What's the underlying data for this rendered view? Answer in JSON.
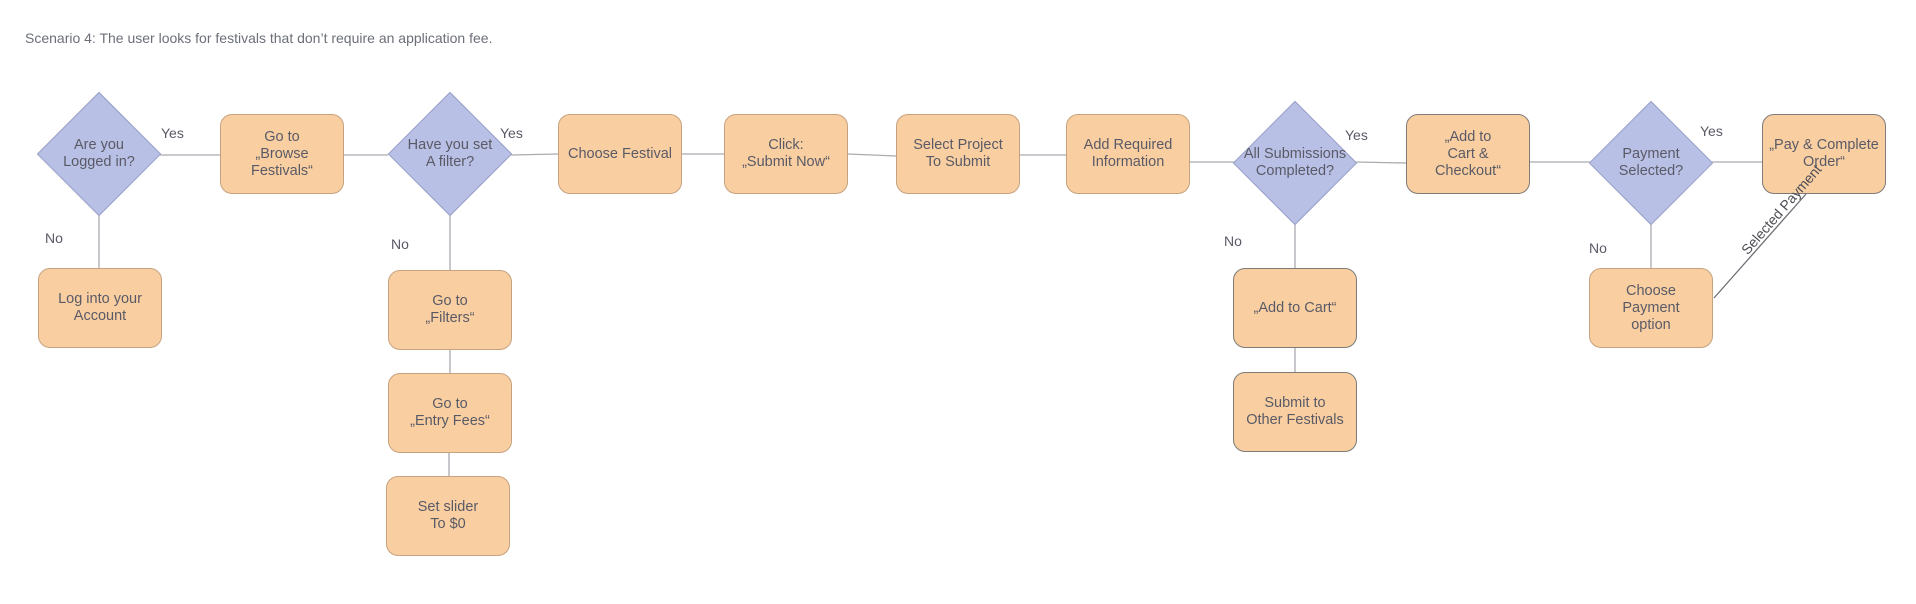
{
  "title": "Scenario 4: The user looks for festivals that don’t require an application fee.",
  "nodes": {
    "logged_in": "Are you\nLogged in?",
    "browse": "Go to\n„Browse Festivals“",
    "filter_set": "Have you set\nA filter?",
    "choose": "Choose Festival",
    "submit_now": "Click:\n„Submit Now“",
    "select_project": "Select Project\nTo Submit",
    "add_info": "Add Required\nInformation",
    "all_completed": "All Submissions\nCompleted?",
    "cart_checkout": "„Add to\nCart & Checkout“",
    "payment_selected": "Payment\nSelected?",
    "pay_complete": "„Pay & Complete\nOrder“",
    "log_into": "Log into your\nAccount",
    "goto_filters": "Go to\n„Filters“",
    "entry_fees": "Go to\n„Entry Fees“",
    "slider": "Set slider\nTo $0",
    "add_cart": "„Add to Cart“",
    "other_fest": "Submit to\nOther Festivals",
    "choose_payment": "Choose Payment\noption"
  },
  "labels": {
    "yes1": "Yes",
    "no1": "No",
    "yes2": "Yes",
    "no2": "No",
    "yes3": "Yes",
    "no3": "No",
    "yes4": "Yes",
    "no4": "No",
    "selected_payment": "Selected Payment"
  },
  "colors": {
    "process_fill": "#f9cfa2",
    "decision_fill": "#b9c0e6",
    "connector": "#a9abb0"
  }
}
